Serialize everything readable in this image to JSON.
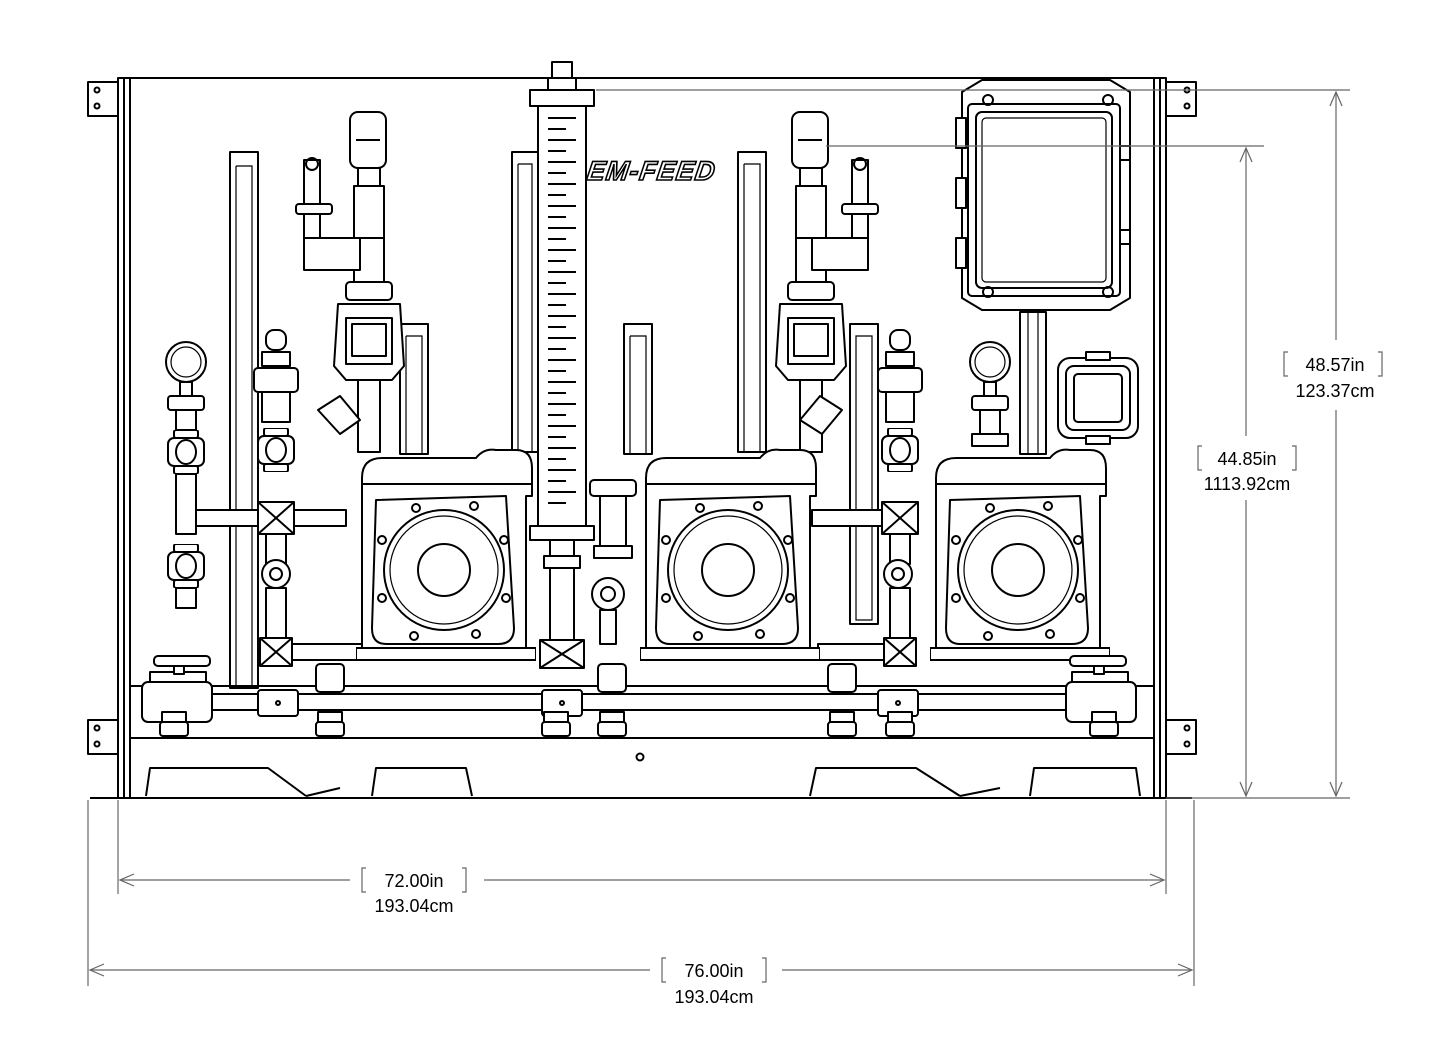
{
  "brand_text": "EM-FEED",
  "dimensions": {
    "overall_height": {
      "inches": "48.57in",
      "cm": "123.37cm"
    },
    "inner_height": {
      "inches": "44.85in",
      "cm": "1113.92cm"
    },
    "inner_width": {
      "inches": "72.00in",
      "cm": "193.04cm"
    },
    "overall_width": {
      "inches": "76.00in",
      "cm": "193.04cm"
    }
  }
}
